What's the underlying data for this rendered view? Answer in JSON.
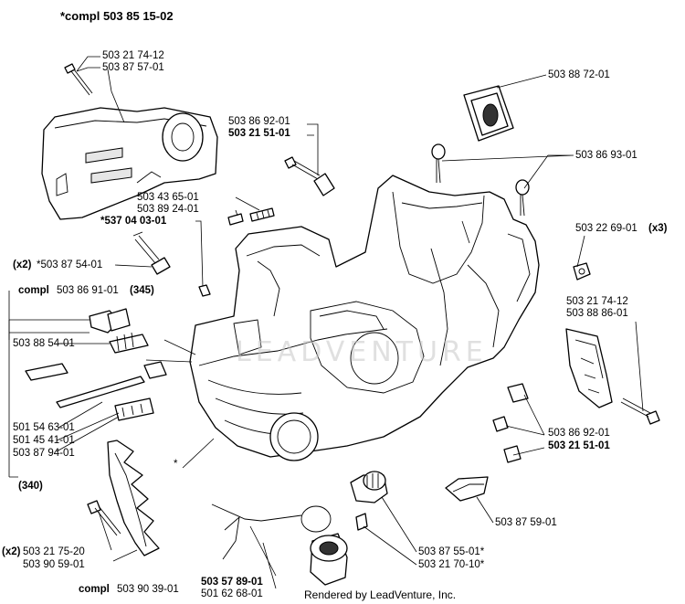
{
  "title": "*compl 503 85 15-02",
  "footer": "Rendered by LeadVenture, Inc.",
  "watermark": "LEADVENTURE",
  "labels": {
    "l_21_74_12_top": "503 21 74-12",
    "l_87_57_01": "503 87 57-01",
    "l_86_92_01_top": "503 86 92-01",
    "l_21_51_01_top": "503 21 51-01",
    "l_88_72_01": "503 88 72-01",
    "l_86_93_01": "503 86 93-01",
    "l_43_65_01": "503 43 65-01",
    "l_89_24_01": "503 89 24-01",
    "l_537_04_03_01": "*537 04 03-01",
    "l_22_69_01": "503 22 69-01",
    "l_x3": "(x3)",
    "l_x2_top": "(x2)",
    "l_87_54_01": "*503 87 54-01",
    "l_compl_86_91": "compl",
    "l_86_91_01": "503 86 91-01",
    "l_345": "(345)",
    "l_88_54_01": "503 88 54-01",
    "l_21_74_12_right": "503 21 74-12",
    "l_88_86_01": "503 88 86-01",
    "l_54_63_01": "501 54 63-01",
    "l_45_41_01": "501 45 41-01",
    "l_87_94_01": "503 87 94-01",
    "l_340": "(340)",
    "l_star": "*",
    "l_86_92_01_bottom": "503 86 92-01",
    "l_21_51_01_bottom": "503 21 51-01",
    "l_87_59_01": "503 87 59-01",
    "l_x2_bottom": "(x2)",
    "l_21_75_20": "503 21 75-20",
    "l_90_59_01": "503 90 59-01",
    "l_87_55_01": "503 87 55-01*",
    "l_21_70_10": "503 21 70-10*",
    "l_compl_90_39": "compl",
    "l_90_39_01": "503 90 39-01",
    "l_57_89_01": "503 57 89-01",
    "l_62_68_01": "501 62 68-01"
  }
}
